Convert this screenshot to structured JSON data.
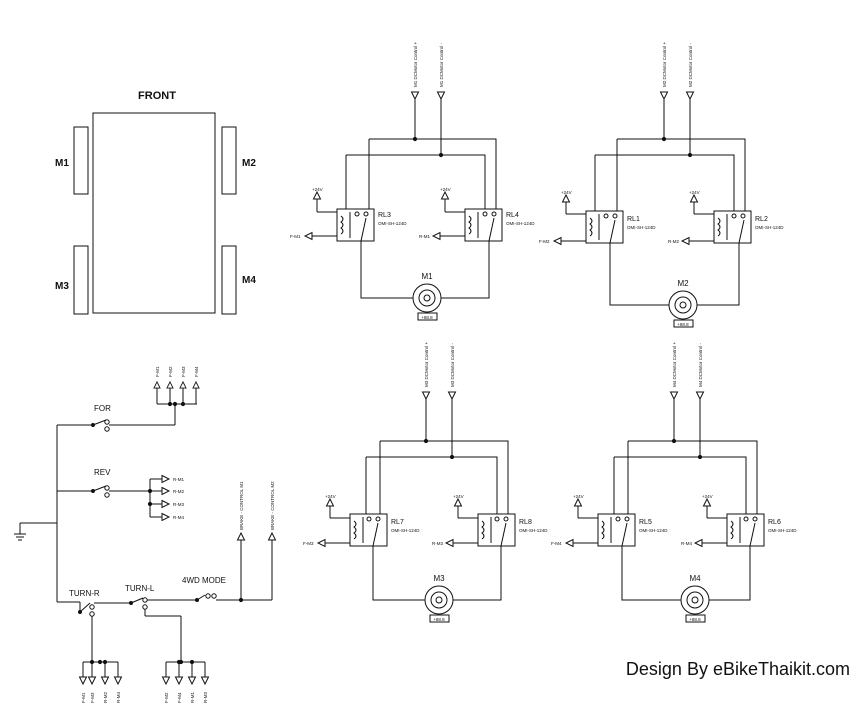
{
  "vehicle": {
    "front_label": "FRONT",
    "motors": [
      "M1",
      "M2",
      "M3",
      "M4"
    ]
  },
  "switches": {
    "for_label": "FOR",
    "rev_label": "REV",
    "turn_r_label": "TURN-R",
    "turn_l_label": "TURN-L",
    "wd_label": "4WD MODE",
    "for_outputs": [
      "F-M1",
      "F-M2",
      "F-M3",
      "F-M4"
    ],
    "rev_outputs": [
      "R-M1",
      "R-M2",
      "R-M3",
      "R-M4"
    ],
    "turn_r_outputs": [
      "F-M1",
      "F-M3",
      "R-M2",
      "R-M4"
    ],
    "turn_l_outputs": [
      "F-M2",
      "F-M4",
      "R-M1",
      "R-M3"
    ],
    "brake_m1": "BRAKE - CONTROL M1",
    "brake_m2": "BRAKE - CONTROL M2"
  },
  "relay_model": "OMI-SH-124D",
  "supply_label": "+24V",
  "meter_reading": "+88.8",
  "units": [
    {
      "motor": "M1",
      "relay_left": "RL3",
      "relay_right": "RL4",
      "fwd": "F-M1",
      "rev": "R-M1",
      "ctrl_pos": "M1 DCMotor Control +",
      "ctrl_neg": "M1 DCMotor Control -"
    },
    {
      "motor": "M2",
      "relay_left": "RL1",
      "relay_right": "RL2",
      "fwd": "F-M2",
      "rev": "R-M2",
      "ctrl_pos": "M2 DCMotor Control +",
      "ctrl_neg": "M2 DCMotor Control -"
    },
    {
      "motor": "M3",
      "relay_left": "RL7",
      "relay_right": "RL8",
      "fwd": "F-M3",
      "rev": "R-M3",
      "ctrl_pos": "M3 DCMotor Control +",
      "ctrl_neg": "M3 DCMotor Control -"
    },
    {
      "motor": "M4",
      "relay_left": "RL5",
      "relay_right": "RL6",
      "fwd": "F-M4",
      "rev": "R-M4",
      "ctrl_pos": "M4 DCMotor Control +",
      "ctrl_neg": "M4 DCMotor Control -"
    }
  ],
  "credit": "Design By eBikeThaikit.com"
}
